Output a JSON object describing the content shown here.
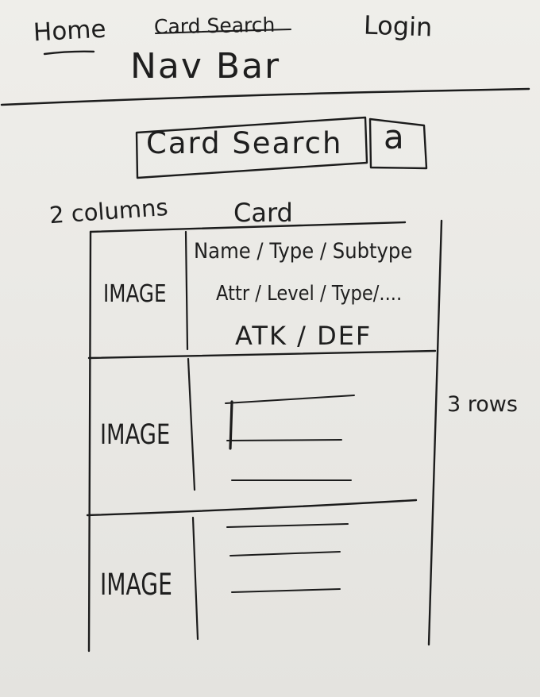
{
  "nav": {
    "home_label": "Home",
    "card_search_label": "Card Search",
    "login_label": "Login",
    "annotation": "Nav Bar"
  },
  "search": {
    "placeholder": "Card Search",
    "button_icon": "search-icon",
    "button_glyph": "a"
  },
  "grid": {
    "columns_annotation": "2 columns",
    "header_label": "Card",
    "rows_annotation": "3 rows",
    "rows": [
      {
        "image_label": "IMAGE",
        "lines": [
          "Name / Type / Subtype",
          "Attr / Level / Type/....",
          "ATK / DEF"
        ]
      },
      {
        "image_label": "IMAGE",
        "placeholder_lines": 3
      },
      {
        "image_label": "IMAGE",
        "placeholder_lines": 3
      }
    ]
  }
}
